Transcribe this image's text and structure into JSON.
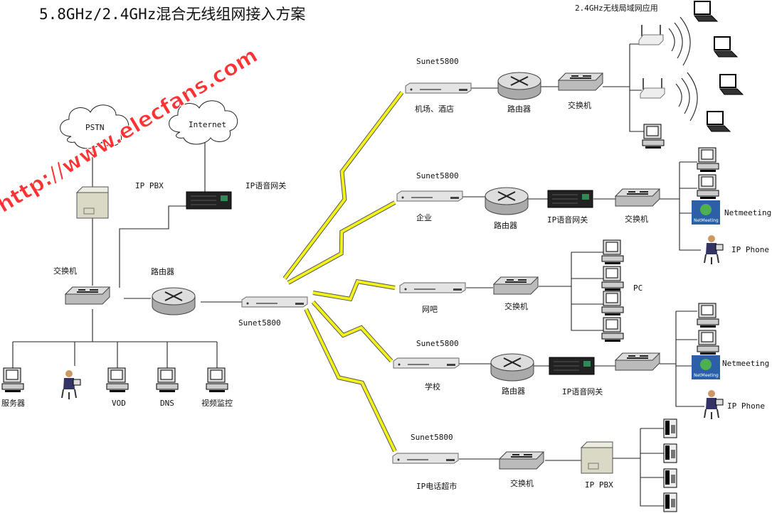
{
  "title": "5.8GHz/2.4GHz混合无线组网接入方案",
  "watermark": "http://www.elecfans.com",
  "colors": {
    "bolt": "#f2f21a",
    "watermark": "#ff3333",
    "device": "#d8d8d8"
  },
  "core": {
    "pstn": "PSTN",
    "internet": "Internet",
    "ip_pbx": "IP PBX",
    "ip_gateway": "IP语音网关",
    "switch": "交换机",
    "router": "路由器",
    "sunet": "Sunet5800",
    "servers": [
      "服务器",
      "VOD",
      "DNS",
      "视频监控"
    ]
  },
  "branches": {
    "airport": {
      "sunet": "Sunet5800",
      "site": "机场、酒店",
      "router": "路由器",
      "switch": "交换机",
      "wlan": "2.4GHz无线局域网应用"
    },
    "enterprise": {
      "sunet": "Sunet5800",
      "site": "企业",
      "router": "路由器",
      "gateway": "IP语音网关",
      "switch": "交换机",
      "netmeeting": "Netmeeting",
      "netmeeting_icon": "NetMeeting",
      "ip_phone": "IP Phone"
    },
    "netcafe": {
      "site": "网吧",
      "switch": "交换机",
      "pc": "PC"
    },
    "school": {
      "sunet": "Sunet5800",
      "site": "学校",
      "router": "路由器",
      "gateway": "IP语音网关",
      "netmeeting": "Netmeeting",
      "netmeeting_icon": "NetMeeting",
      "ip_phone": "IP Phone"
    },
    "phonemarket": {
      "sunet": "Sunet5800",
      "site": "IP电话超市",
      "switch": "交换机",
      "ip_pbx": "IP PBX"
    }
  }
}
